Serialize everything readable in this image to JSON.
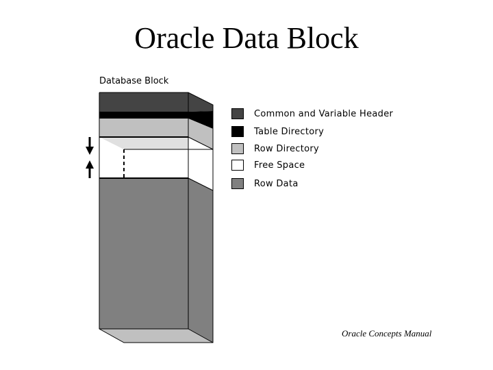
{
  "title": "Oracle Data Block",
  "block_label": "Database Block",
  "legend": [
    {
      "label": "Common and Variable Header",
      "color": "#444444"
    },
    {
      "label": "Table Directory",
      "color": "#000000"
    },
    {
      "label": "Row Directory",
      "color": "#c0c0c0"
    },
    {
      "label": "Free Space",
      "color": "#ffffff"
    },
    {
      "label": "Row Data",
      "color": "#808080"
    }
  ],
  "credit": "Oracle Concepts Manual"
}
